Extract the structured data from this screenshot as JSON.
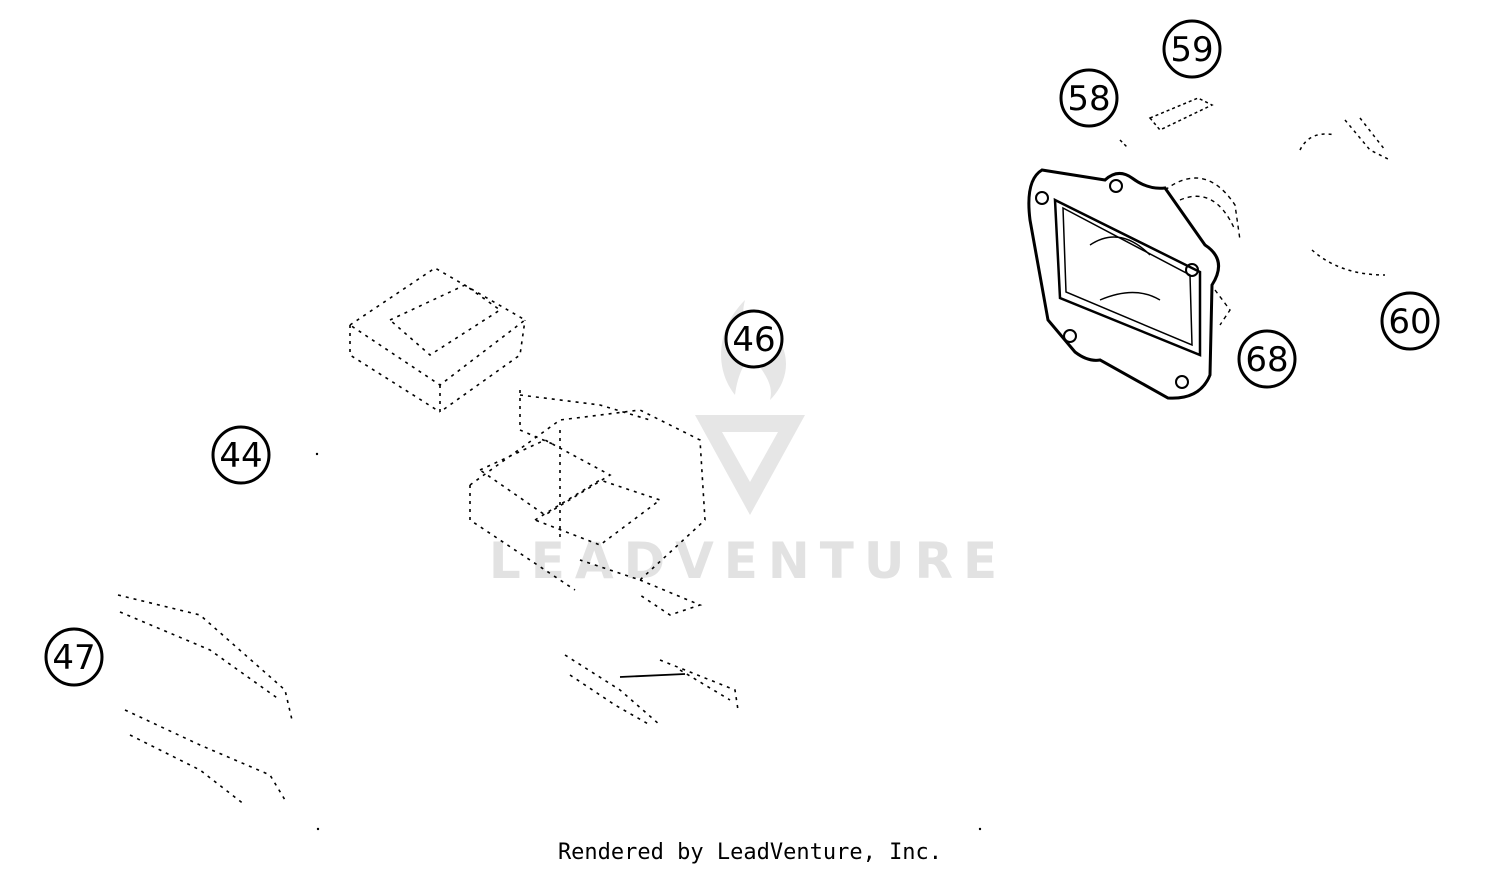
{
  "watermark": {
    "text": "LEADVENTURE"
  },
  "callouts": [
    {
      "id": "44",
      "label": "44"
    },
    {
      "id": "46",
      "label": "46"
    },
    {
      "id": "47",
      "label": "47"
    },
    {
      "id": "58",
      "label": "58"
    },
    {
      "id": "59",
      "label": "59"
    },
    {
      "id": "60",
      "label": "60"
    },
    {
      "id": "68",
      "label": "68"
    }
  ],
  "footer": {
    "text": "Rendered by LeadVenture, Inc."
  },
  "colors": {
    "line": "#000000",
    "watermark": "#e2e2e2",
    "background": "#ffffff"
  }
}
